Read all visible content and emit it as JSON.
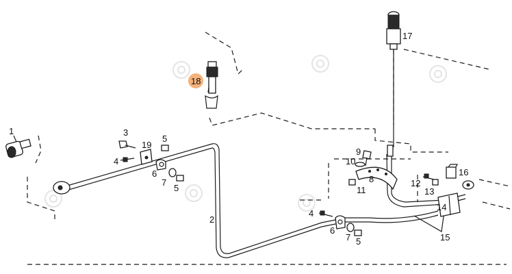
{
  "diagram": {
    "callouts": [
      {
        "id": "c1",
        "text": "1"
      },
      {
        "id": "c2",
        "text": "2"
      },
      {
        "id": "c3",
        "text": "3"
      },
      {
        "id": "c4a",
        "text": "4"
      },
      {
        "id": "c4b",
        "text": "4"
      },
      {
        "id": "c5a",
        "text": "5"
      },
      {
        "id": "c5b",
        "text": "5"
      },
      {
        "id": "c5c",
        "text": "5"
      },
      {
        "id": "c6a",
        "text": "6"
      },
      {
        "id": "c6b",
        "text": "6"
      },
      {
        "id": "c7a",
        "text": "7"
      },
      {
        "id": "c7b",
        "text": "7"
      },
      {
        "id": "c8",
        "text": "8"
      },
      {
        "id": "c9",
        "text": "9"
      },
      {
        "id": "c10",
        "text": "10"
      },
      {
        "id": "c11",
        "text": "11"
      },
      {
        "id": "c12",
        "text": "12"
      },
      {
        "id": "c13",
        "text": "13"
      },
      {
        "id": "c14",
        "text": "14"
      },
      {
        "id": "c15",
        "text": "15"
      },
      {
        "id": "c16",
        "text": "16"
      },
      {
        "id": "c17",
        "text": "17"
      },
      {
        "id": "c18",
        "text": "18"
      },
      {
        "id": "c19",
        "text": "19"
      }
    ],
    "highlight_color": "#f5b27a",
    "watermark_icon": "flower-logo-icon"
  }
}
